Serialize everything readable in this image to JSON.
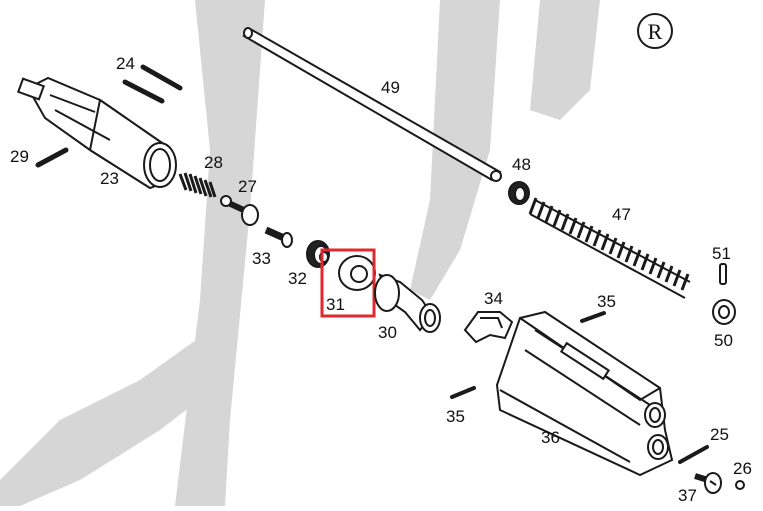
{
  "mark": "R",
  "colors": {
    "ink": "#1a1a1a",
    "watermark": "#d6d6d6",
    "highlight": "#e0282e",
    "background": "#ffffff"
  },
  "parts": [
    {
      "id": "24",
      "label": "24"
    },
    {
      "id": "29",
      "label": "29"
    },
    {
      "id": "23",
      "label": "23"
    },
    {
      "id": "28",
      "label": "28"
    },
    {
      "id": "27",
      "label": "27"
    },
    {
      "id": "33",
      "label": "33"
    },
    {
      "id": "32",
      "label": "32"
    },
    {
      "id": "31",
      "label": "31",
      "highlighted": true
    },
    {
      "id": "30",
      "label": "30"
    },
    {
      "id": "49",
      "label": "49"
    },
    {
      "id": "48",
      "label": "48"
    },
    {
      "id": "47",
      "label": "47"
    },
    {
      "id": "51",
      "label": "51"
    },
    {
      "id": "50",
      "label": "50"
    },
    {
      "id": "34",
      "label": "34"
    },
    {
      "id": "35a",
      "label": "35"
    },
    {
      "id": "35b",
      "label": "35"
    },
    {
      "id": "36",
      "label": "36"
    },
    {
      "id": "25",
      "label": "25"
    },
    {
      "id": "26",
      "label": "26"
    },
    {
      "id": "37",
      "label": "37"
    }
  ]
}
